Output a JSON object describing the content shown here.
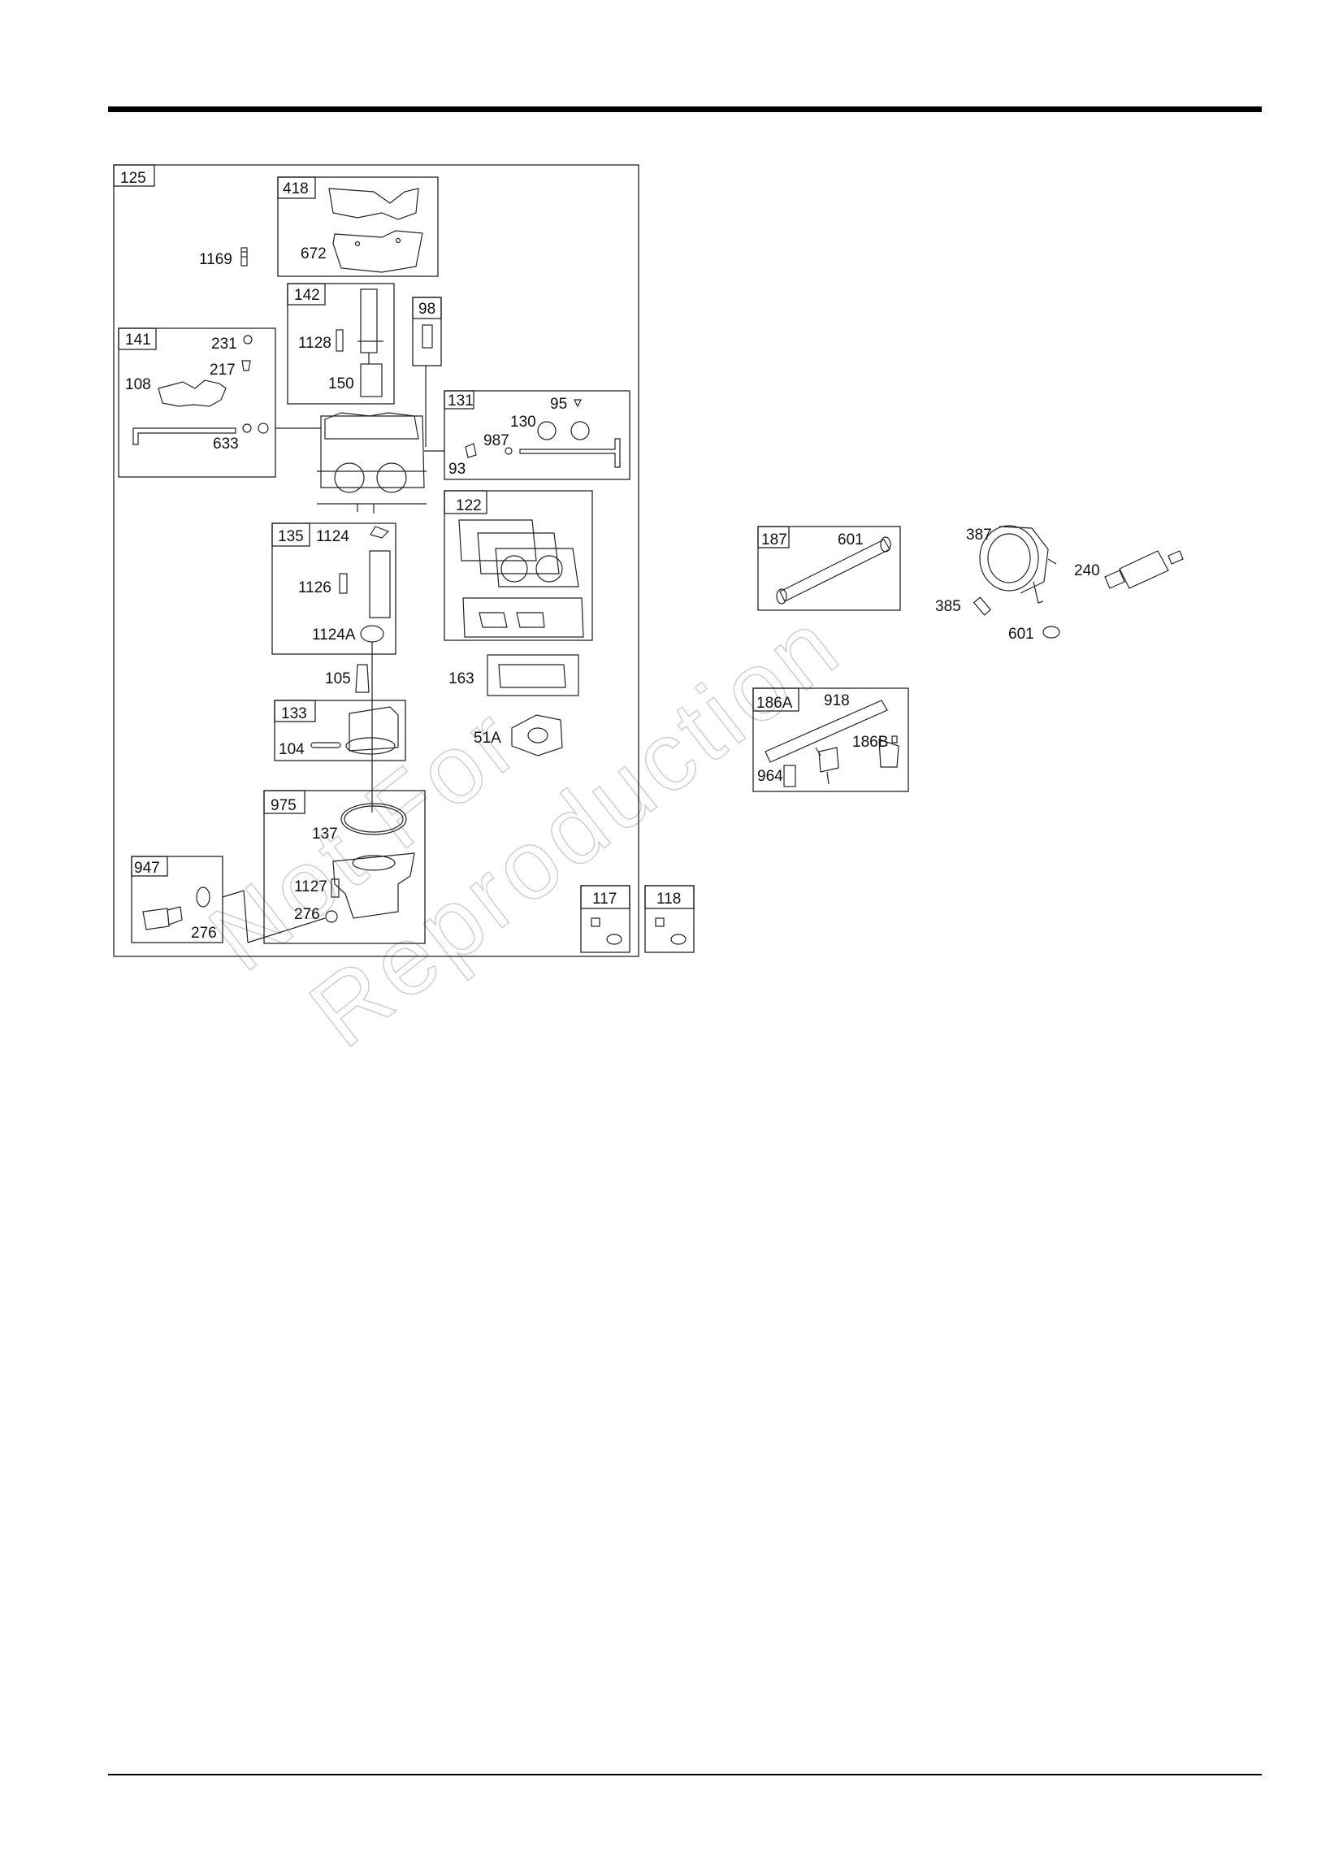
{
  "watermark": {
    "line1": "Not For",
    "line2": "Reproduction"
  },
  "callouts": {
    "c125": "125",
    "c418": "418",
    "c672": "672",
    "c1169": "1169",
    "c142": "142",
    "c1128": "1128",
    "c150": "150",
    "c98": "98",
    "c141": "141",
    "c231": "231",
    "c217": "217",
    "c108": "108",
    "c633": "633",
    "c131": "131",
    "c95": "95",
    "c130": "130",
    "c987": "987",
    "c93": "93",
    "c135": "135",
    "c1124": "1124",
    "c1126": "1126",
    "c1124A": "1124A",
    "c122": "122",
    "c163": "163",
    "c105": "105",
    "c133": "133",
    "c104": "104",
    "c51A": "51A",
    "c975": "975",
    "c137": "137",
    "c1127": "1127",
    "c276b": "276",
    "c947": "947",
    "c276a": "276",
    "c117": "117",
    "c118": "118",
    "c187": "187",
    "c601a": "601",
    "c387": "387",
    "c240": "240",
    "c385": "385",
    "c601b": "601",
    "c186A": "186A",
    "c918": "918",
    "c186B": "186B",
    "c964": "964"
  }
}
